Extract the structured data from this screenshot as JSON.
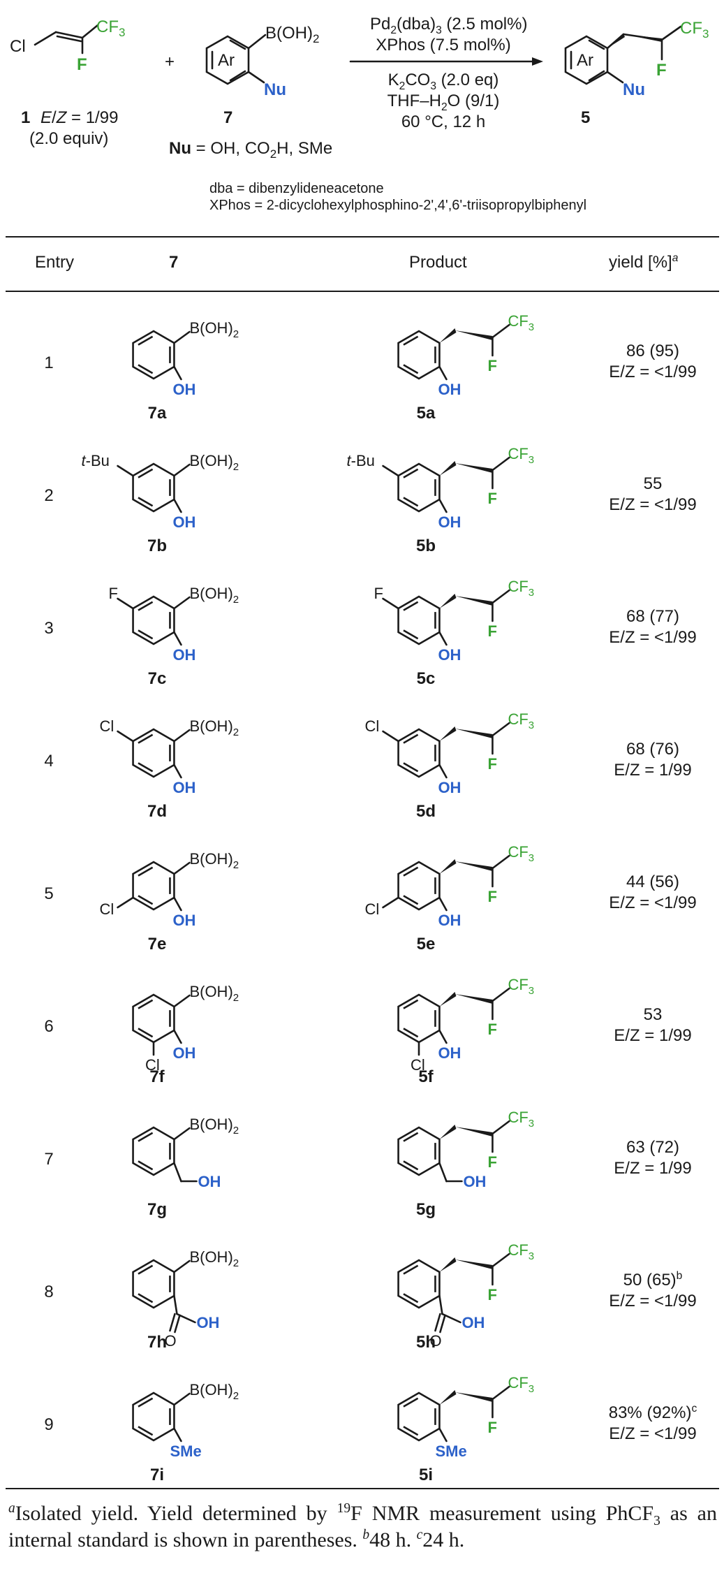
{
  "scheme": {
    "reagent1": {
      "cl": "Cl",
      "cf3": "CF3",
      "f": "F",
      "number": "1",
      "ez": "E/Z = 1/99",
      "equiv": "(2.0 equiv)"
    },
    "plus": "+",
    "reagent7": {
      "ar": "Ar",
      "boh2": "B(OH)2",
      "nu": "Nu",
      "number": "7",
      "nu_def_label": "Nu",
      "nu_def_value": "= OH, CO2H, SMe"
    },
    "conditions_above": [
      "Pd2(dba)3 (2.5 mol%)",
      "XPhos (7.5 mol%)"
    ],
    "conditions_below": [
      "K2CO3 (2.0 eq)",
      "THF–H2O (9/1)",
      "60 °C, 12 h"
    ],
    "product": {
      "ar": "Ar",
      "cf3": "CF3",
      "f": "F",
      "nu": "Nu",
      "number": "5"
    },
    "abbreviations": [
      "dba = dibenzylideneacetone",
      "XPhos = 2-dicyclohexylphosphino-2',4',6'-triisopropylbiphenyl"
    ]
  },
  "table": {
    "headers": {
      "entry": "Entry",
      "reagent": "7",
      "product": "Product",
      "yield": "yield [%]",
      "yield_sup": "a"
    },
    "rows": [
      {
        "entry": "1",
        "sub": "7a",
        "prod": "5a",
        "yield": "86 (95)",
        "ez": "E/Z = <1/99",
        "r5": "",
        "r4": "",
        "r3": "",
        "nu": "OH"
      },
      {
        "entry": "2",
        "sub": "7b",
        "prod": "5b",
        "yield": "55",
        "ez": "E/Z = <1/99",
        "r5": "t-Bu",
        "r4": "",
        "r3": "",
        "nu": "OH"
      },
      {
        "entry": "3",
        "sub": "7c",
        "prod": "5c",
        "yield": "68 (77)",
        "ez": "E/Z = <1/99",
        "r5": "F",
        "r4": "",
        "r3": "",
        "nu": "OH"
      },
      {
        "entry": "4",
        "sub": "7d",
        "prod": "5d",
        "yield": "68 (76)",
        "ez": "E/Z = 1/99",
        "r5": "Cl",
        "r4": "",
        "r3": "",
        "nu": "OH"
      },
      {
        "entry": "5",
        "sub": "7e",
        "prod": "5e",
        "yield": "44 (56)",
        "ez": "E/Z = <1/99",
        "r5": "",
        "r4": "Cl",
        "r3": "",
        "nu": "OH"
      },
      {
        "entry": "6",
        "sub": "7f",
        "prod": "5f",
        "yield": "53",
        "ez": "E/Z = 1/99",
        "r5": "",
        "r4": "",
        "r3": "Cl",
        "nu": "OH"
      },
      {
        "entry": "7",
        "sub": "7g",
        "prod": "5g",
        "yield": "63 (72)",
        "ez": "E/Z = 1/99",
        "r5": "",
        "r4": "",
        "r3": "",
        "nu": "CH2OH"
      },
      {
        "entry": "8",
        "sub": "7h",
        "prod": "5h",
        "yield": "50 (65)",
        "yield_sup": "b",
        "ez": "E/Z = <1/99",
        "r5": "",
        "r4": "",
        "r3": "",
        "nu": "CO2H"
      },
      {
        "entry": "9",
        "sub": "7i",
        "prod": "5i",
        "yield": "83% (92%)",
        "yield_sup": "c",
        "ez": "E/Z = <1/99",
        "r5": "",
        "r4": "",
        "r3": "",
        "nu": "SMe"
      }
    ],
    "common_labels": {
      "boh2": "B(OH)2",
      "oh": "OH",
      "cf3": "CF3",
      "f": "F",
      "o": "O",
      "sme": "SMe"
    }
  },
  "footnotes": {
    "a_mark": "a",
    "a_text_1": "Isolated yield. Yield determined by ",
    "a_sup": "19",
    "a_text_2": "F NMR measurement using PhCF",
    "a_sub": "3",
    "a_text_3": " as an internal standard is shown in parentheses.",
    "b_mark": "b",
    "b_text": "48 h.",
    "c_mark": "c",
    "c_text": "24 h."
  },
  "colors": {
    "green": "#3aa335",
    "blue": "#2c61c9",
    "ink": "#1a1a1a"
  }
}
